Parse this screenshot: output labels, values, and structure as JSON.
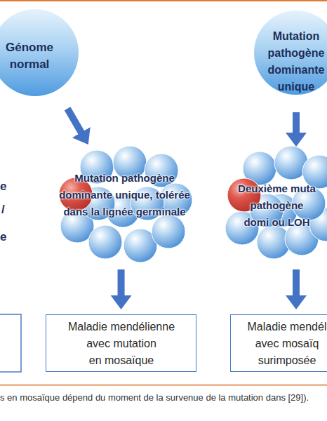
{
  "diagram": {
    "caption": "s en mosaïque dépend du moment de la survenue de la mutation dans [29]).",
    "nodes": [
      {
        "text": [
          "Génome normal"
        ]
      },
      {
        "text": [
          "Mutation pathogène dominante unique"
        ]
      },
      {
        "text": [
          "Mutation pathogène dominante unique, tolérée dans la lignée germinale"
        ]
      },
      {
        "text": [
          "Deuxième muta pathogène domi ou LOH"
        ]
      },
      {
        "text": [
          "Maladie mendélienne avec mutation en mosaïque"
        ]
      },
      {
        "text": [
          "Maladie mendél avec mosaïq surimposée"
        ]
      }
    ],
    "edges": [
      {
        "from": 0,
        "to": 2,
        "arrow": "to"
      },
      {
        "from": 2,
        "to": 4,
        "arrow": "to"
      },
      {
        "from": 1,
        "to": 3,
        "arrow": "to"
      },
      {
        "from": 3,
        "to": 5,
        "arrow": "to"
      }
    ],
    "labels": [
      "e",
      "/",
      "e"
    ]
  }
}
